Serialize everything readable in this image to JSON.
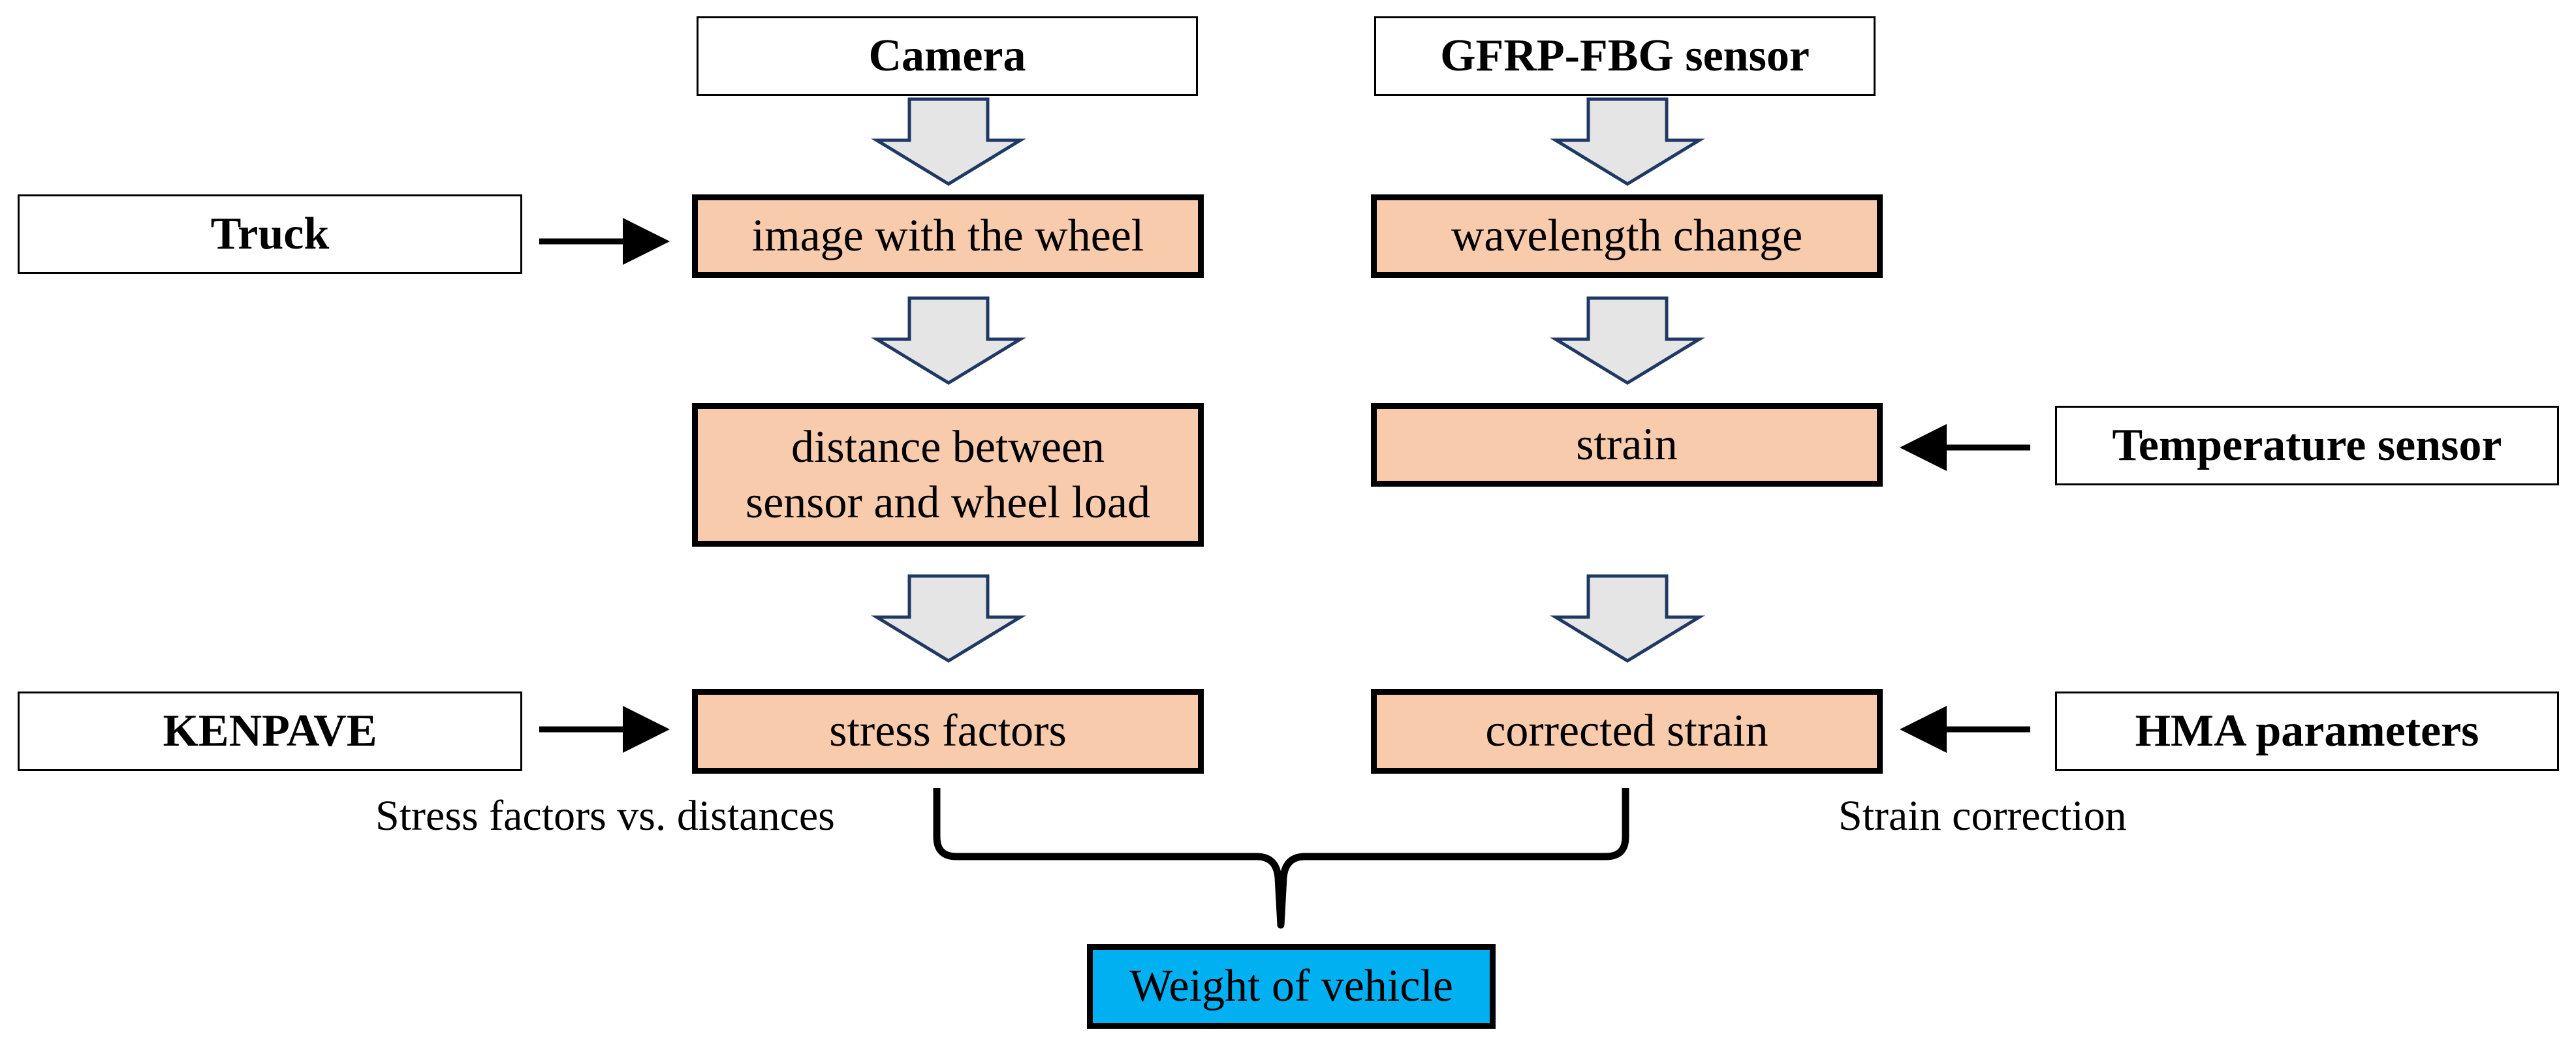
{
  "inputs": {
    "camera": "Camera",
    "gfrp_fbg_sensor": "GFRP-FBG sensor",
    "truck": "Truck",
    "temperature_sensor": "Temperature sensor",
    "kenpave": "KENPAVE",
    "hma_parameters": "HMA parameters"
  },
  "left_branch": {
    "image": "image with the wheel",
    "distance_line1": "distance between",
    "distance_line2": "sensor and wheel load",
    "stress": "stress factors",
    "caption": "Stress factors vs. distances"
  },
  "right_branch": {
    "wavelength": "wavelength change",
    "strain": "strain",
    "corrected": "corrected strain",
    "caption": "Strain correction"
  },
  "output": {
    "weight": "Weight of vehicle"
  },
  "colors": {
    "process_fill": "#f8cbad",
    "output_fill": "#00b0f0",
    "hollow_arrow_fill": "#e5e5e5",
    "hollow_arrow_stroke": "#1f3864",
    "line": "#000000"
  }
}
